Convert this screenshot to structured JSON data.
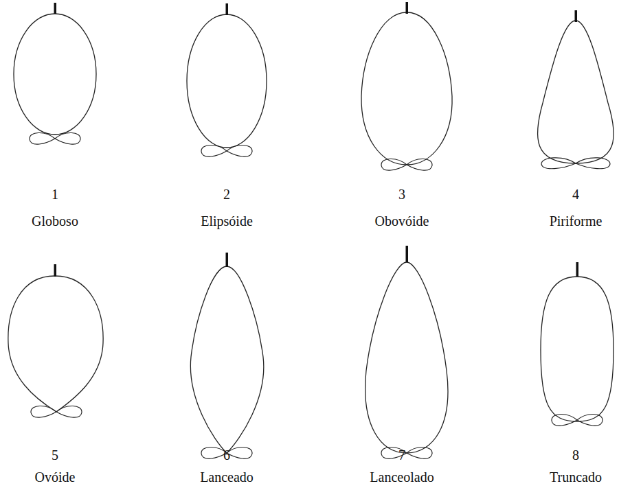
{
  "diagram": {
    "labels": [
      "1",
      "2",
      "3",
      "4",
      "Globoso",
      "Elipsóide",
      "Obovóide",
      "Piriforme",
      "5",
      "6",
      "7",
      "8",
      "Ovóide",
      "Lanceado",
      "Lanceolado",
      "Truncado"
    ]
  }
}
